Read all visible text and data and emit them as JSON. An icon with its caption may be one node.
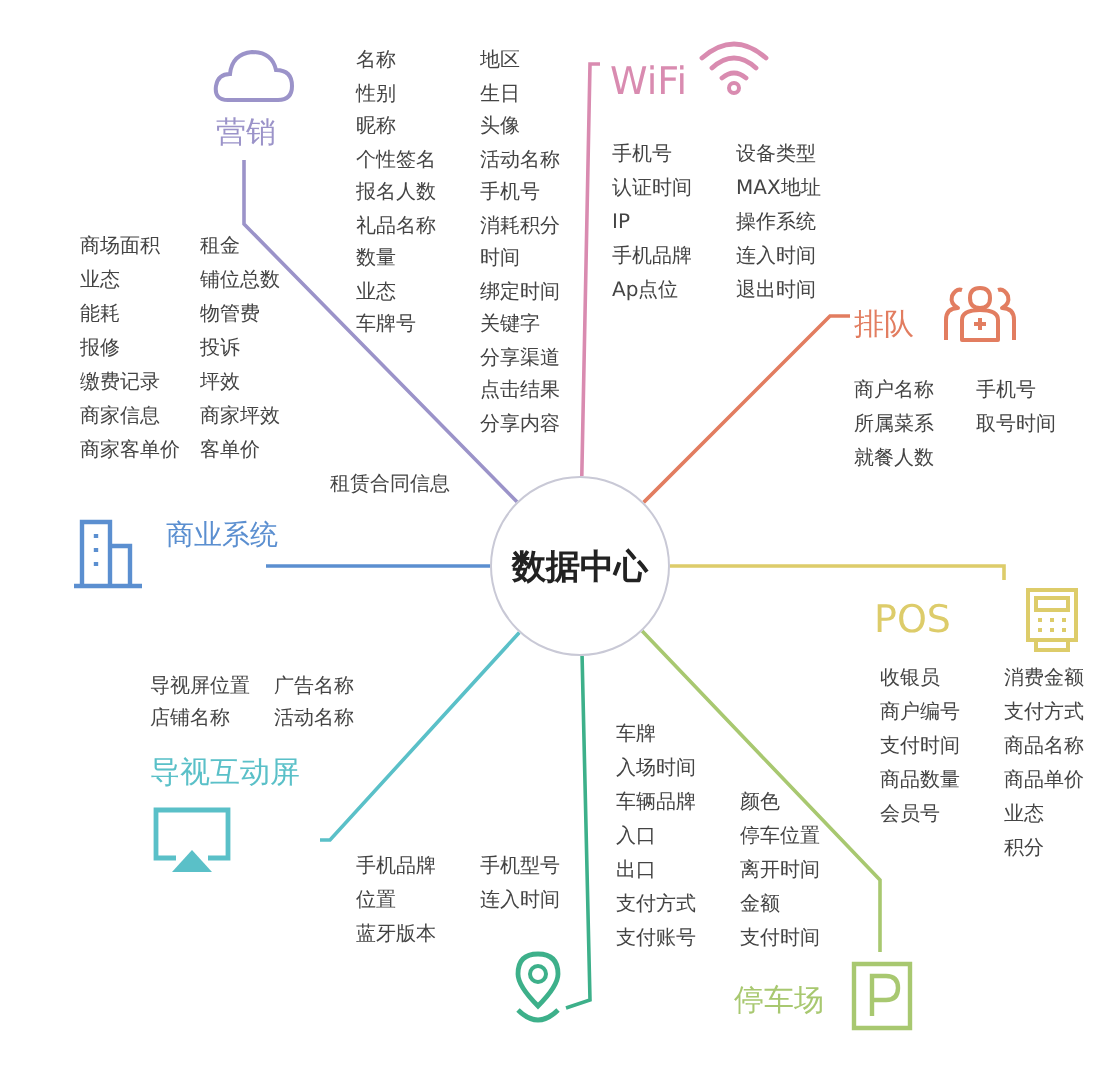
{
  "diagram": {
    "nodes": [
      {
        "text": [
          "数据中心"
        ]
      },
      {
        "text": [
          "营销"
        ],
        "beside": [
          "名称",
          "性别",
          "昵称",
          "个性签名",
          "报名人数",
          "礼品名称",
          "数量",
          "业态",
          "车牌号",
          "地区",
          "生日",
          "头像",
          "活动名称",
          "手机号",
          "消耗积分",
          "时间",
          "绑定时间",
          "关键字",
          "分享渠道",
          "点击结果",
          "分享内容"
        ]
      },
      {
        "text": [
          "WiFi"
        ],
        "beside": [
          "手机号",
          "认证时间",
          "IP",
          "手机品牌",
          "Ap点位",
          "设备类型",
          "MAX地址",
          "操作系统",
          "连入时间",
          "退出时间"
        ]
      },
      {
        "text": [
          "排队"
        ],
        "beside": [
          "商户名称",
          "所属菜系",
          "就餐人数",
          "手机号",
          "取号时间"
        ]
      },
      {
        "text": [
          "商业系统"
        ],
        "beside": [
          "商场面积",
          "业态",
          "能耗",
          "报修",
          "缴费记录",
          "商家信息",
          "商家客单价",
          "租金",
          "铺位总数",
          "物管费",
          "投诉",
          "坪效",
          "商家坪效",
          "客单价",
          "租赁合同信息"
        ]
      },
      {
        "text": [
          "POS"
        ],
        "beside": [
          "收银员",
          "商户编号",
          "支付时间",
          "商品数量",
          "会员号",
          "消费金额",
          "支付方式",
          "商品名称",
          "商品单价",
          "业态",
          "积分"
        ]
      },
      {
        "text": [
          "导视互动屏"
        ],
        "beside": [
          "导视屏位置",
          "店铺名称",
          "广告名称",
          "活动名称"
        ]
      },
      {
        "text": [],
        "shape": "pin",
        "beside": [
          "手机品牌",
          "位置",
          "蓝牙版本",
          "手机型号",
          "连入时间"
        ]
      },
      {
        "text": [
          "停车场"
        ],
        "beside": [
          "车牌",
          "入场时间",
          "车辆品牌",
          "入口",
          "出口",
          "支付方式",
          "支付账号",
          "颜色",
          "停车位置",
          "离开时间",
          "金额",
          "支付时间"
        ]
      }
    ],
    "edges": [
      {
        "from": 0,
        "to": 1,
        "arrow": "none",
        "color": "#9b93c9"
      },
      {
        "from": 0,
        "to": 2,
        "arrow": "none",
        "color": "#d98bb0"
      },
      {
        "from": 0,
        "to": 3,
        "arrow": "none",
        "color": "#e27d60"
      },
      {
        "from": 0,
        "to": 4,
        "arrow": "none",
        "color": "#5b8fd0"
      },
      {
        "from": 0,
        "to": 5,
        "arrow": "none",
        "color": "#ddcc6a"
      },
      {
        "from": 0,
        "to": 6,
        "arrow": "none",
        "color": "#5ac0c8"
      },
      {
        "from": 0,
        "to": 7,
        "arrow": "none",
        "color": "#3db08a"
      },
      {
        "from": 0,
        "to": 8,
        "arrow": "none",
        "color": "#a8c870"
      }
    ]
  }
}
